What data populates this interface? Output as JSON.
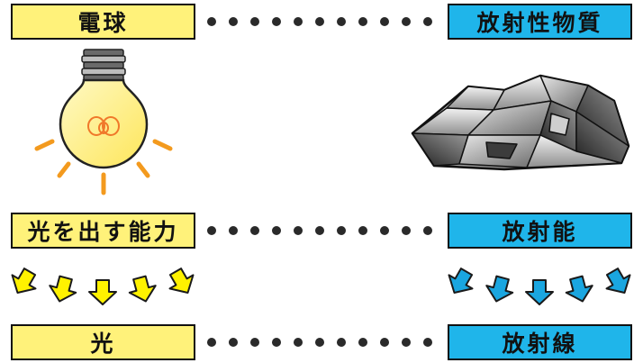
{
  "left_column": {
    "source_label": "電球",
    "ability_label": "光を出す能力",
    "emission_label": "光"
  },
  "right_column": {
    "source_label": "放射性物質",
    "ability_label": "放射能",
    "emission_label": "放射線"
  },
  "colors": {
    "left_box": "#fff27a",
    "right_box": "#1fb5ea",
    "yellow_arrow": "#fff200",
    "blue_arrow": "#1aa6e0",
    "light_ray": "#f39a1e"
  },
  "icons": {
    "left_image": "light-bulb-icon",
    "right_image": "radioactive-rock-icon"
  }
}
